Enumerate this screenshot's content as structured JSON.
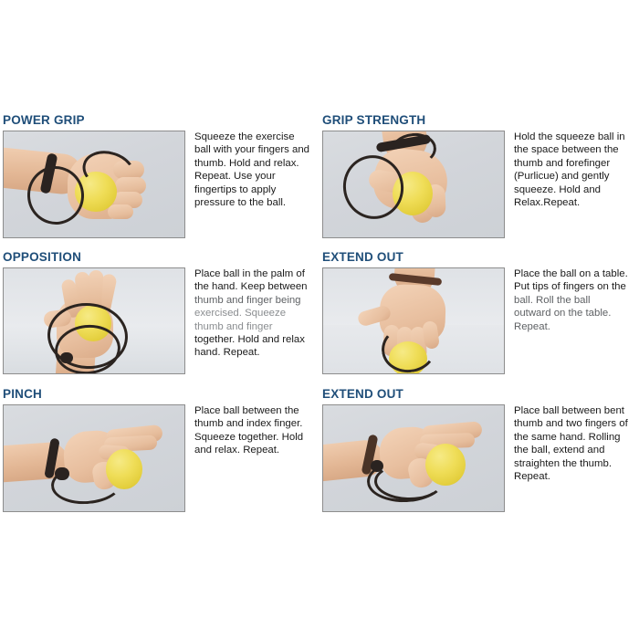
{
  "document": {
    "background_color": "#ffffff",
    "heading_color": "#1f4e79",
    "body_text_color": "#1a1a1a",
    "ball_color": "#efdd57",
    "cord_color": "#2b2420",
    "photo_border_color": "#8d8d8d",
    "photo_background_color": "#d4d7dc"
  },
  "panels": [
    {
      "id": "power-grip",
      "heading": "POWER GRIP",
      "photo_alt": "Hand gripping a yellow exercise ball in a closed fist with black cord around wrist",
      "lines": [
        "Squeeze the exercise",
        "ball with your fingers and",
        "thumb. Hold and relax.",
        "Repeat. Use your",
        "fingertips to apply",
        "pressure to the ball."
      ]
    },
    {
      "id": "grip-strength",
      "heading": "GRIP STRENGTH",
      "photo_alt": "Hand holding yellow ball in the web space between thumb and forefinger",
      "lines": [
        "Hold the squeeze ball in",
        "the space between the",
        "thumb and forefinger",
        "(Purlicue) and gently",
        "squeeze. Hold and",
        "Relax.Repeat."
      ]
    },
    {
      "id": "opposition",
      "heading": "OPPOSITION",
      "photo_alt": "Open palm facing upward with a yellow ball resting in the palm and a cord looped around the hand",
      "lines": [
        "Place ball in the palm of",
        "the hand. Keep between",
        "thumb and finger being",
        "exercised. Squeeze",
        "thumb and finger",
        "together. Hold and relax",
        "hand. Repeat."
      ]
    },
    {
      "id": "extend-out-table",
      "heading": "EXTEND OUT",
      "photo_alt": "Hand flat with fingertips resting on a yellow ball on a table surface",
      "lines": [
        "Place the ball on a table.",
        "Put tips of fingers on the",
        "ball. Roll the ball",
        "outward on the table.",
        "Repeat."
      ]
    },
    {
      "id": "pinch",
      "heading": "PINCH",
      "photo_alt": "Hand pinching a yellow ball between thumb and index finger",
      "lines": [
        "Place ball between the",
        "thumb and index finger.",
        "Squeeze together. Hold",
        "and relax. Repeat."
      ]
    },
    {
      "id": "extend-out-thumb",
      "heading": "EXTEND OUT",
      "photo_alt": "Hand holding a yellow ball between bent thumb and two fingers",
      "lines": [
        "Place ball between bent",
        "thumb and two fingers of",
        "the same hand. Rolling",
        "the ball, extend and",
        "straighten the thumb.",
        "Repeat."
      ]
    }
  ]
}
